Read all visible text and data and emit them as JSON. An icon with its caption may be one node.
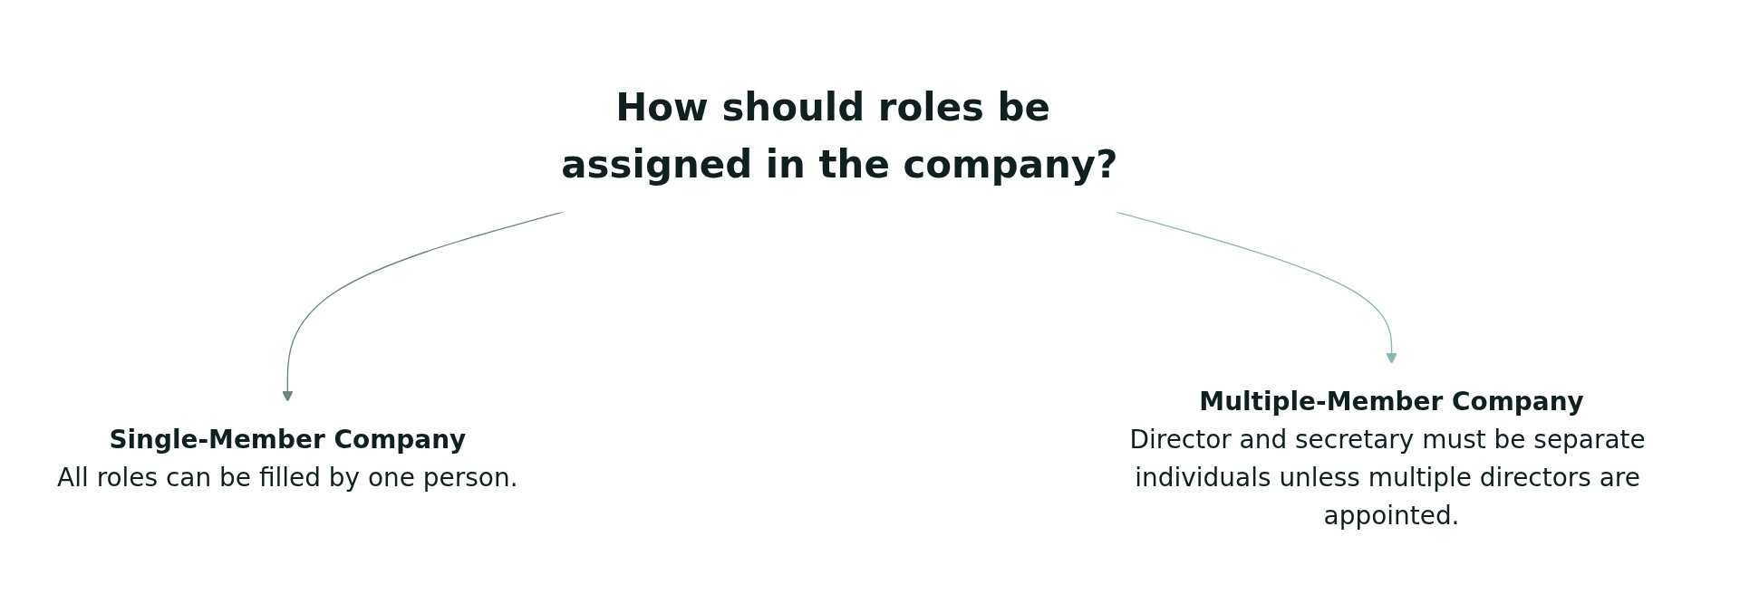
{
  "diagram": {
    "nodes": [
      {
        "text": [
          "How should roles be assigned in the company?"
        ]
      },
      {
        "text": [
          "Single-Member Company",
          "All roles can be filled by one person."
        ]
      },
      {
        "text": [
          "Multiple-Member Company",
          "Director and secretary must be separate individuals unless multiple directors are appointed."
        ]
      }
    ],
    "edges": [
      {
        "from": 0,
        "to": 1,
        "arrow": "to",
        "color": "#6a8583"
      },
      {
        "from": 0,
        "to": 2,
        "arrow": "to",
        "color": "#8db5b2"
      }
    ]
  }
}
